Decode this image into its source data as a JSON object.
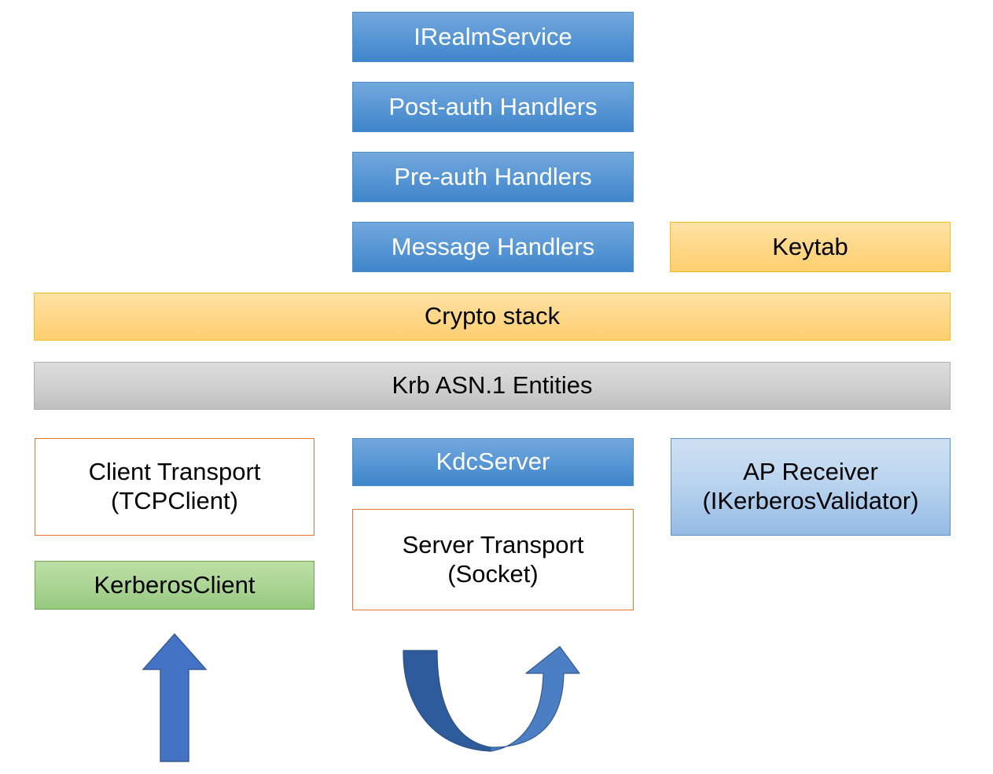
{
  "diagram": {
    "title": "Kerberos library layered architecture",
    "background_color": "#ffffff",
    "boxes": {
      "irealmservice": {
        "label": "IRealmService",
        "style": "blue"
      },
      "post_auth": {
        "label": "Post-auth Handlers",
        "style": "blue"
      },
      "pre_auth": {
        "label": "Pre-auth Handlers",
        "style": "blue"
      },
      "message_handlers": {
        "label": "Message Handlers",
        "style": "blue"
      },
      "keytab": {
        "label": "Keytab",
        "style": "yellow"
      },
      "crypto_stack": {
        "label": "Crypto stack",
        "style": "yellow"
      },
      "krb_asn1": {
        "label": "Krb ASN.1 Entities",
        "style": "gray"
      },
      "client_transport": {
        "label": "Client Transport\n(TCPClient)",
        "style": "salmon"
      },
      "kerberos_client": {
        "label": "KerberosClient",
        "style": "green"
      },
      "kdcserver": {
        "label": "KdcServer",
        "style": "blue"
      },
      "server_transport": {
        "label": "Server Transport\n(Socket)",
        "style": "salmon"
      },
      "ap_receiver": {
        "label": "AP Receiver\n(IKerberosValidator)",
        "style": "lightblue"
      }
    },
    "arrows": [
      {
        "name": "client-up-arrow",
        "shape": "straight-up",
        "color": "#4472c4"
      },
      {
        "name": "server-uturn-arrow",
        "shape": "u-turn-up",
        "color_dark": "#2e5b9c",
        "color_light": "#4a7fc4"
      }
    ],
    "colors": {
      "blue_fill_top": "#73a8dd",
      "blue_fill_bottom": "#3f86cb",
      "yellow_fill_top": "#ffe3a6",
      "yellow_fill_bottom": "#fdcf70",
      "yellow_border": "#f6bd20",
      "gray_fill_top": "#dcdcdc",
      "gray_fill_bottom": "#bfbfbf",
      "salmon_fill_top": "#f9c9b4",
      "salmon_fill_bottom": "#f19172",
      "salmon_border": "#e0762f",
      "green_fill_top": "#bddfa6",
      "green_fill_bottom": "#95c87f",
      "green_border": "#6fa84c",
      "lightblue_fill_top": "#cfe0f3",
      "lightblue_fill_bottom": "#95bbe4",
      "arrow_blue": "#4472c4",
      "arrow_blue_dark": "#2e5b9c"
    }
  }
}
